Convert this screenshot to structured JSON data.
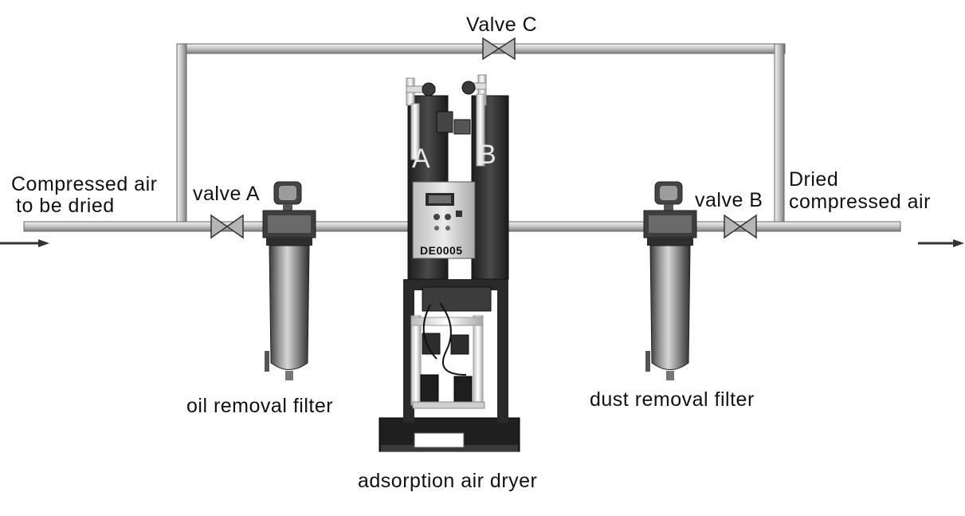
{
  "labels": {
    "inlet_line1": "Compressed air",
    "inlet_line2": "to be dried",
    "valve_a": "valve A",
    "valve_b": "valve B",
    "valve_c": "Valve C",
    "outlet_line1": "Dried",
    "outlet_line2": "compressed air",
    "oil_filter": "oil removal filter",
    "dust_filter": "dust removal filter",
    "dryer": "adsorption air dryer"
  },
  "dryer": {
    "tower_a": "A",
    "tower_b": "B",
    "model": "DE0005"
  },
  "icons": [
    "arrow-right-icon",
    "valve-icon",
    "filter-icon",
    "dryer-icon"
  ]
}
